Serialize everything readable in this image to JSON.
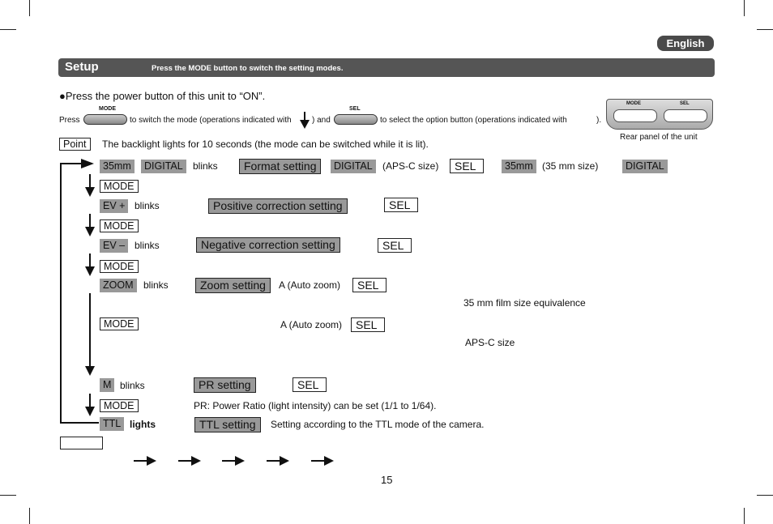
{
  "header": {
    "language": "English"
  },
  "setup": {
    "title": "Setup",
    "note": "Press the MODE button to switch the setting modes."
  },
  "intro": {
    "power": "●Press the power button of this unit to “ON”.",
    "press": "Press",
    "mode_label": "MODE",
    "sel_label": "SEL",
    "switch_mode": "to switch the mode (operations indicated with",
    "and": ") and",
    "select_option": "to select the option button (operations indicated with",
    "close": ")."
  },
  "rear_panel": {
    "mode": "MODE",
    "sel": "SEL",
    "caption": "Rear panel of the unit"
  },
  "point": {
    "label": "Point",
    "text": "The backlight lights for 10 seconds (the mode can be switched while it is lit)."
  },
  "rows": {
    "r1": {
      "tag_a": "35mm",
      "tag_b": "DIGITAL",
      "state": "blinks",
      "setting": "Format setting",
      "opt1": "DIGITAL",
      "opt1_text": "(APS-C size)",
      "sel": "SEL",
      "opt2": "35mm",
      "opt2_text": "(35 mm size)",
      "opt3": "DIGITAL"
    },
    "mode1": "MODE",
    "r2": {
      "tag": "EV +",
      "state": "blinks",
      "setting": "Positive correction setting",
      "sel": "SEL"
    },
    "mode2": "MODE",
    "r3": {
      "tag": "EV –",
      "state": "blinks",
      "setting": "Negative correction setting",
      "sel": "SEL"
    },
    "mode3": "MODE",
    "r4": {
      "tag": "ZOOM",
      "state": "blinks",
      "setting": "Zoom setting",
      "auto": "A (Auto zoom)",
      "sel": "SEL",
      "note": "35 mm film size equivalence"
    },
    "mode4": "MODE",
    "r5": {
      "auto": "A (Auto zoom)",
      "sel": "SEL",
      "note": "APS-C size"
    },
    "r6": {
      "tag": "M",
      "state": "blinks",
      "setting": "PR setting",
      "sel": "SEL"
    },
    "mode5": "MODE",
    "pr_note": "PR: Power Ratio (light intensity) can be set (1/1 to 1/64).",
    "r7": {
      "tag": "TTL",
      "state": "lights",
      "setting": "TTL setting",
      "desc": "Setting according to the TTL mode of the camera."
    }
  },
  "page_number": "15"
}
